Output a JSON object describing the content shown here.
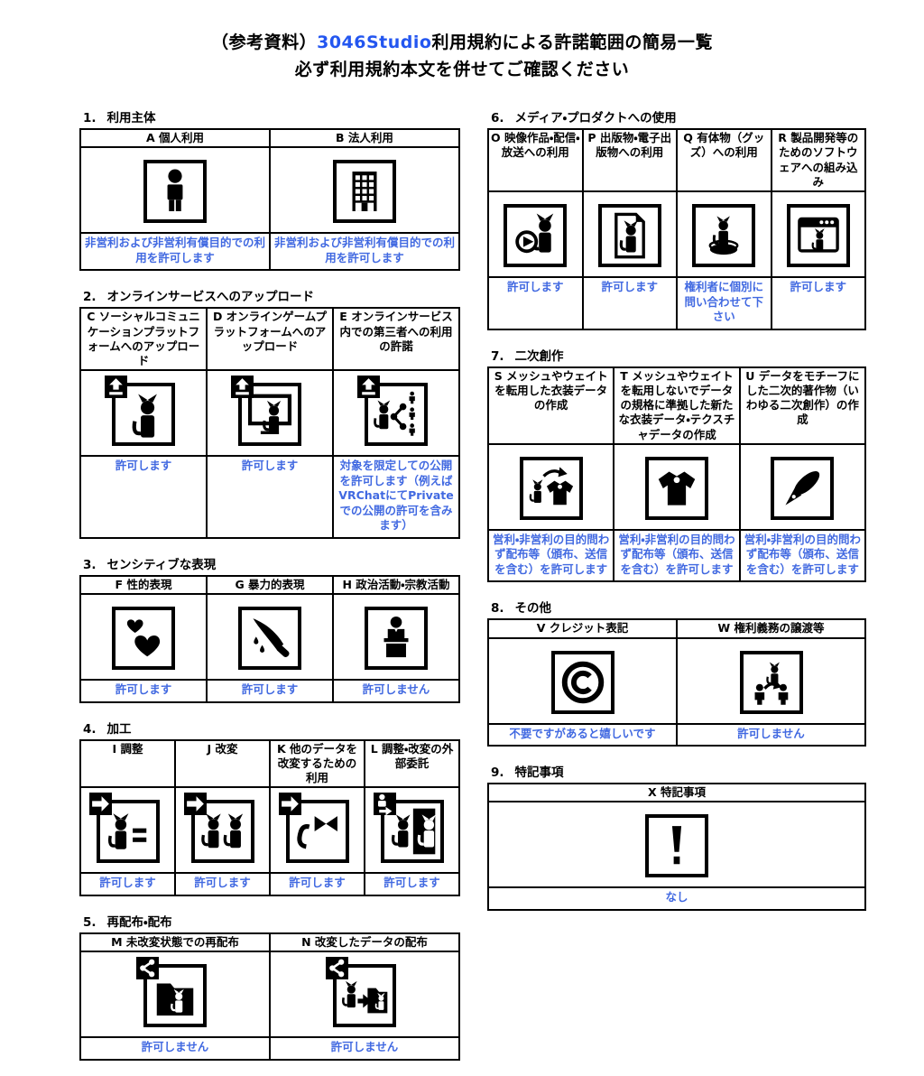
{
  "title": {
    "prefix": "（参考資料）",
    "brand": "3046Studio",
    "suffix": "利用規約による許諾範囲の簡易一覧",
    "subtitle": "必ず利用規約本文を併せてご確認ください"
  },
  "colors": {
    "brand_blue": "#2356f0",
    "answer_blue": "#4169e1",
    "border_black": "#000000",
    "background": "#ffffff"
  },
  "sections": [
    {
      "num": "1",
      "heading": "利用主体",
      "side": "left",
      "cells": [
        {
          "label": "A 個人利用",
          "icon": "person-icon",
          "badge": null,
          "answer": "非営利および非営利有償目的での利用を許可します"
        },
        {
          "label": "B 法人利用",
          "icon": "building-icon",
          "badge": null,
          "answer": "非営利および非営利有償目的での利用を許可します"
        }
      ]
    },
    {
      "num": "2",
      "heading": "オンラインサービスへのアップロード",
      "side": "left",
      "cells": [
        {
          "label": "C ソーシャルコミュニケーションプラットフォームへのアップロード",
          "icon": "cat-avatar-icon",
          "badge": "upload-badge-icon",
          "answer": "許可します"
        },
        {
          "label": "D オンラインゲームプラットフォームへのアップロード",
          "icon": "monitor-cat-icon",
          "badge": "upload-badge-icon",
          "answer": "許可します"
        },
        {
          "label": "E オンラインサービス内での第三者への利用の許諾",
          "icon": "share-to-users-icon",
          "badge": "upload-badge-icon",
          "answer": "対象を限定しての公開を許可します（例えばVRChatにてPrivateでの公開の許可を含みます）"
        }
      ]
    },
    {
      "num": "3",
      "heading": "センシティブな表現",
      "side": "left",
      "cells": [
        {
          "label": "F 性的表現",
          "icon": "hearts-icon",
          "badge": null,
          "answer": "許可します"
        },
        {
          "label": "G 暴力的表現",
          "icon": "knife-icon",
          "badge": null,
          "answer": "許可します"
        },
        {
          "label": "H 政治活動・宗教活動",
          "icon": "podium-speaker-icon",
          "badge": null,
          "answer": "許可しません"
        }
      ]
    },
    {
      "num": "4",
      "heading": "加工",
      "side": "left",
      "cells": [
        {
          "label": "I 調整",
          "icon": "cat-equals-icon",
          "badge": "modify-badge-icon",
          "answer": "許可します"
        },
        {
          "label": "J 改変",
          "icon": "two-cats-icon",
          "badge": "modify-badge-icon",
          "answer": "許可します"
        },
        {
          "label": "K 他のデータを改変するための利用",
          "icon": "cat-parts-icon",
          "badge": "modify-badge-icon",
          "answer": "許可します"
        },
        {
          "label": "L 調整・改変の外部委託",
          "icon": "cat-handoff-icon",
          "badge": "outsource-badge-icon",
          "answer": "許可します"
        }
      ]
    },
    {
      "num": "5",
      "heading": "再配布・配布",
      "side": "left",
      "cells": [
        {
          "label": "M 未改変状態での再配布",
          "icon": "folder-cat-icon",
          "badge": "share-badge-icon",
          "answer": "許可しません"
        },
        {
          "label": "N 改変したデータの配布",
          "icon": "cat-to-folder-icon",
          "badge": "share-badge-icon",
          "answer": "許可しません"
        }
      ]
    },
    {
      "num": "6",
      "heading": "メディア・プロダクトへの使用",
      "side": "right",
      "cells": [
        {
          "label": "O 映像作品・配信・放送への利用",
          "icon": "cat-play-icon",
          "badge": null,
          "answer": "許可します"
        },
        {
          "label": "P 出版物・電子出版物への利用",
          "icon": "document-cat-icon",
          "badge": null,
          "answer": "許可します"
        },
        {
          "label": "Q 有体物（グッズ）への利用",
          "icon": "cat-figurine-icon",
          "badge": null,
          "answer": "権利者に個別に問い合わせて下さい"
        },
        {
          "label": "R 製品開発等のためのソフトウェアへの組み込み",
          "icon": "app-window-cat-icon",
          "badge": null,
          "answer": "許可します"
        }
      ]
    },
    {
      "num": "7",
      "heading": "二次創作",
      "side": "right",
      "cells": [
        {
          "label": "S メッシュやウェイトを転用した衣装データの作成",
          "icon": "cat-to-outfit-icon",
          "badge": null,
          "answer": "営利・非営利の目的問わず配布等（頒布、送信を含む）を許可します"
        },
        {
          "label": "T メッシュやウェイトを転用しないでデータの規格に準拠した新たな衣装データ・テクスチャデータの作成",
          "icon": "outfit-icon",
          "badge": null,
          "answer": "営利・非営利の目的問わず配布等（頒布、送信を含む）を許可します"
        },
        {
          "label": "U データをモチーフにした二次的著作物（いわゆる二次創作）の作成",
          "icon": "pen-icon",
          "badge": null,
          "answer": "営利・非営利の目的問わず配布等（頒布、送信を含む）を許可します"
        }
      ]
    },
    {
      "num": "8",
      "heading": "その他",
      "side": "right",
      "cells": [
        {
          "label": "V クレジット表記",
          "icon": "copyright-icon",
          "badge": null,
          "answer": "不要ですがあると嬉しいです"
        },
        {
          "label": "W 権利義務の譲渡等",
          "icon": "rights-transfer-icon",
          "badge": null,
          "answer": "許可しません"
        }
      ]
    },
    {
      "num": "9",
      "heading": "特記事項",
      "side": "right",
      "cells": [
        {
          "label": "X 特記事項",
          "icon": "exclamation-icon",
          "badge": null,
          "answer": "なし"
        }
      ]
    }
  ]
}
